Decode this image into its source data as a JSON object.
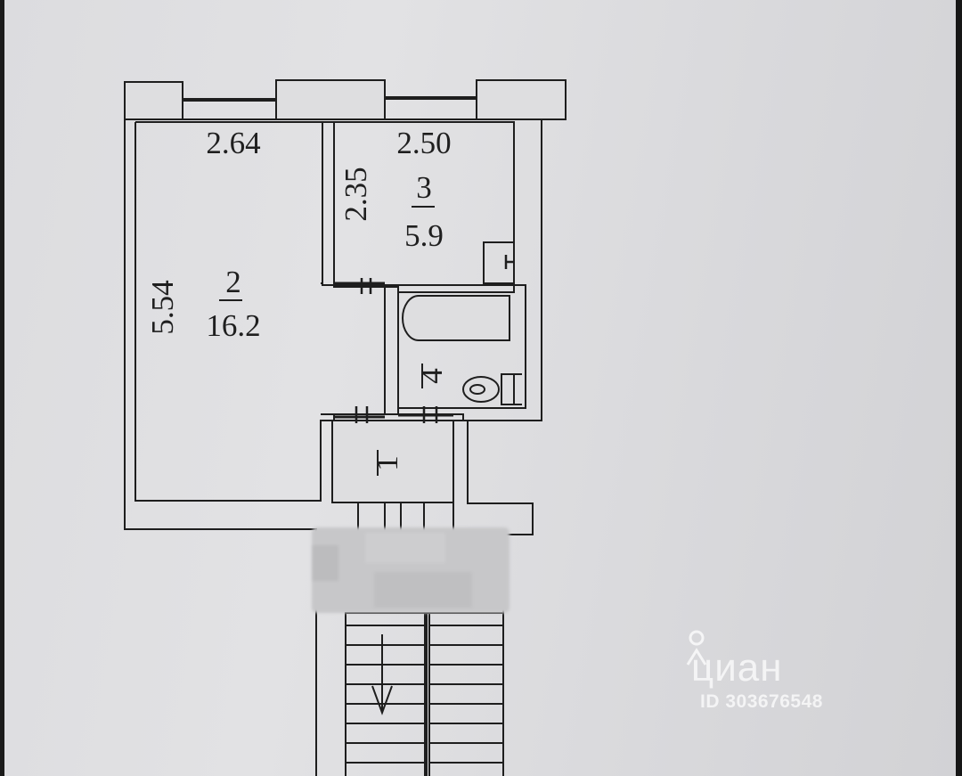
{
  "plan": {
    "rooms": [
      {
        "id": "room-2",
        "number": "2",
        "area": "16.2"
      },
      {
        "id": "room-3",
        "number": "3",
        "area": "5.9"
      },
      {
        "id": "room-4",
        "number": "4"
      },
      {
        "id": "room-1",
        "number": "1"
      }
    ],
    "dimensions": {
      "room2_width": "2.64",
      "room2_length": "5.54",
      "room3_width": "2.50",
      "room3_length": "2.35"
    }
  },
  "watermark": {
    "brand": "циан",
    "listing_id": "ID 303676548"
  }
}
